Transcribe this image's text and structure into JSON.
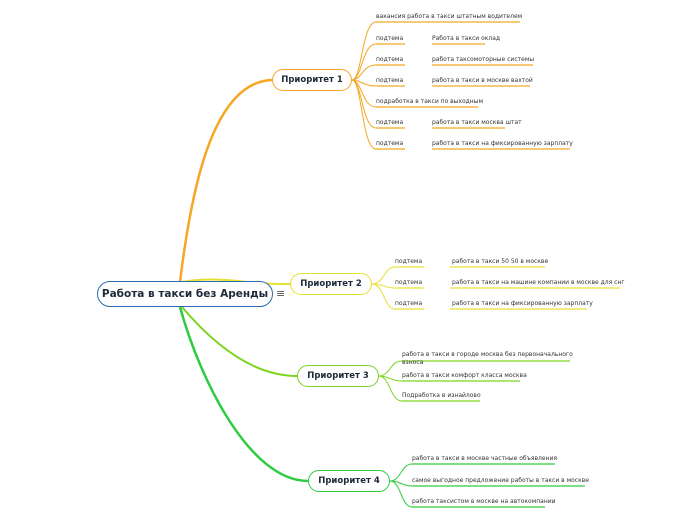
{
  "root": {
    "label": "Работа в такси без Аренды",
    "menu_icon": "menu-icon"
  },
  "colors": {
    "p1": "#f5a623",
    "p2": "#e6e033",
    "p3": "#7ed321",
    "p4": "#2ecc40",
    "root": "#2b6cb0"
  },
  "p1": {
    "label": "Приоритет 1",
    "items": [
      {
        "prefix": "",
        "text": "вакансия работа в такси штатным водителем"
      },
      {
        "prefix": "подтема",
        "text": "Работа в такси оклад"
      },
      {
        "prefix": "подтема",
        "text": "работа таксомоторные системы"
      },
      {
        "prefix": "подтема",
        "text": "работа в такси в москве вахтой"
      },
      {
        "prefix": "",
        "text": "подработка в такси по выходным"
      },
      {
        "prefix": "подтема",
        "text": "работа в такси москва штат"
      },
      {
        "prefix": "подтема",
        "text": "работа в такси на фиксированную зарплату"
      }
    ]
  },
  "p2": {
    "label": "Приоритет 2",
    "items": [
      {
        "prefix": "подтема",
        "text": "работа в такси 50 50 в москве"
      },
      {
        "prefix": "подтема",
        "text": "работа в такси на машине компании в москве для снг"
      },
      {
        "prefix": "подтема",
        "text": "работа в такси на фиксированную зарплату"
      }
    ]
  },
  "p3": {
    "label": "Приоритет 3",
    "items": [
      {
        "text": "работа в такси в городе москва без первоначального взноса"
      },
      {
        "text": "работа в такси комфорт класса москва"
      },
      {
        "text": "Подработка в изнайлово"
      }
    ]
  },
  "p4": {
    "label": "Приоритет 4",
    "items": [
      {
        "text": "работа в такси в москве частные объявления"
      },
      {
        "text": "самое выгодное предложение работы в такси в москве"
      },
      {
        "text": "работа таксистом в москве на автокомпании"
      }
    ]
  }
}
